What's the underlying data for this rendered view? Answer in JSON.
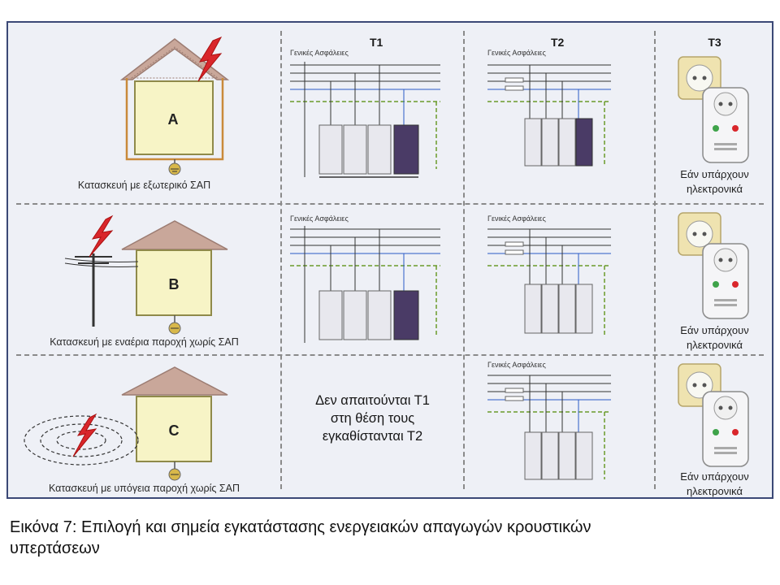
{
  "header": {
    "t1": "T1",
    "t2": "T2",
    "t3": "T3"
  },
  "panel_label": "Γενικές Ασφάλειες",
  "rows": [
    {
      "house_letter": "A",
      "house_caption": "Κατασκευή με εξωτερικό ΣΑΠ",
      "t3_text_line1": "Εάν υπάρχουν",
      "t3_text_line2": "ηλεκτρονικά"
    },
    {
      "house_letter": "B",
      "house_caption": "Κατασκευή με εναέρια παροχή χωρίς ΣΑΠ",
      "t3_text_line1": "Εάν υπάρχουν",
      "t3_text_line2": "ηλεκτρονικά"
    },
    {
      "house_letter": "C",
      "house_caption": "Κατασκευή με υπόγεια παροχή χωρίς ΣΑΠ",
      "note_line1": "Δεν απαιτούνται Τ1",
      "note_line2": "στη θέση τους",
      "note_line3": "εγκαθίστανται Τ2",
      "t3_text_line1": "Εάν υπάρχουν",
      "t3_text_line2": "ηλεκτρονικά"
    }
  ],
  "caption_line1": "Εικόνα 7: Επιλογή και σημεία εγκατάστασης ενεργειακών απαγωγών κρουστικών",
  "caption_line2": "υπερτάσεων",
  "colors": {
    "roof": "#c9a79a",
    "wall": "#f7f4c6",
    "lightning": "#d9262b",
    "earth": "#d8b84a",
    "spd_light": "#e8e8ee",
    "spd_dark": "#4a3b66"
  }
}
